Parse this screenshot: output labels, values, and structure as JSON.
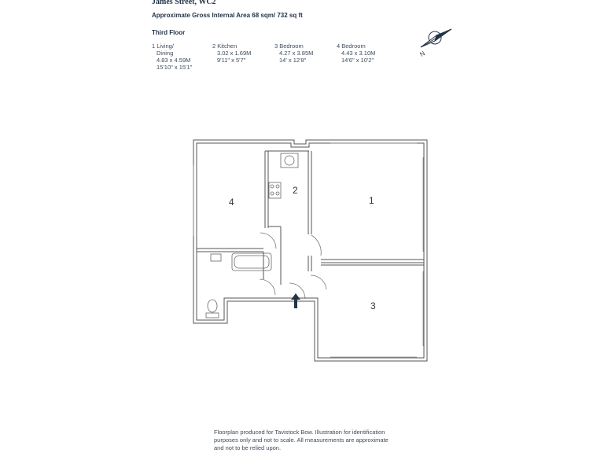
{
  "header": {
    "title": "James Street, WC2",
    "area": "Approximate Gross Internal Area 68 sqm/ 732 sq ft",
    "floor": "Third Floor"
  },
  "rooms": [
    {
      "name_line1": "1 Living/",
      "name_line2": "Dining",
      "metric": "4.83 x 4.59M",
      "imperial": "15'10\" x 15'1\""
    },
    {
      "name_line1": "2 Kitchen",
      "name_line2": "",
      "metric": "3.02 x 1.69M",
      "imperial": "9'11\" x 5'7\""
    },
    {
      "name_line1": "3 Bedroom",
      "name_line2": "",
      "metric": "4.27 x 3.85M",
      "imperial": "14' x 12'8\""
    },
    {
      "name_line1": "4 Bedroom",
      "name_line2": "",
      "metric": "4.43 x 3.10M",
      "imperial": "14'6\" x 10'2\""
    }
  ],
  "plan_labels": {
    "room1": "1",
    "room2": "2",
    "room3": "3",
    "room4": "4"
  },
  "compass": {
    "letter": "N"
  },
  "footer": {
    "line1": "Floorplan produced for Tavistock Bow. Illustration for identification",
    "line2": "purposes only and not to scale. All measurements are approximate",
    "line3": "and not to be relied upon."
  },
  "colors": {
    "ink": "#243447",
    "text": "#3d4a5a",
    "wall": "#555555"
  }
}
